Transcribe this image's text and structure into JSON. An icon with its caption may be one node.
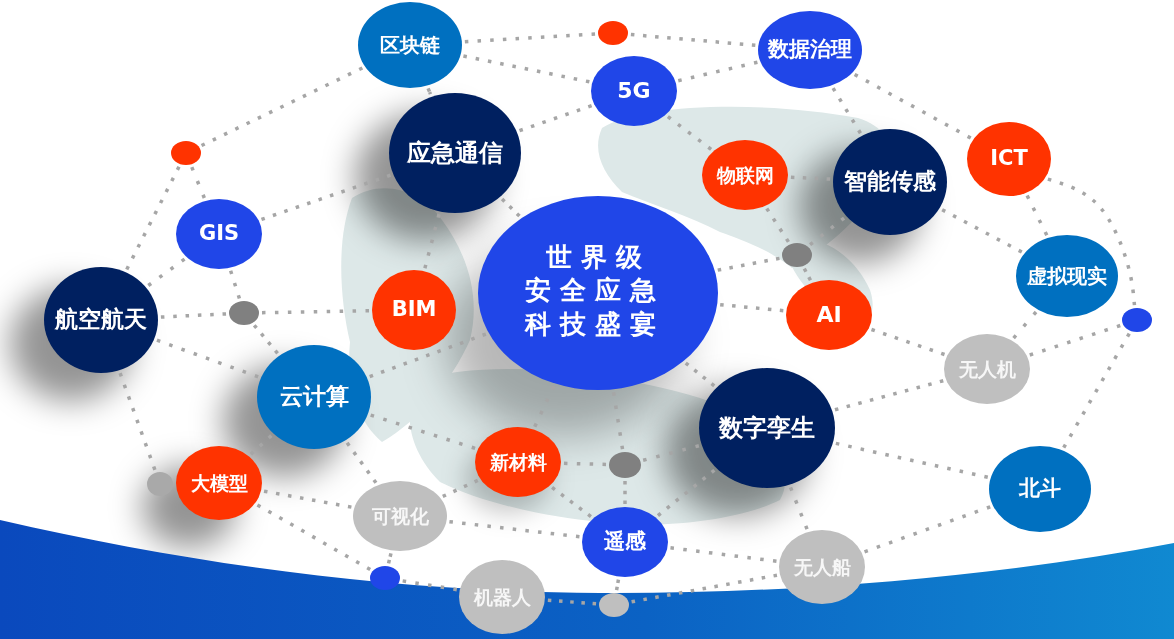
{
  "diagram": {
    "nodes": [
      {
        "text": [
          "区块链"
        ]
      },
      {
        "text": [],
        "shape": "circle"
      },
      {
        "text": [
          "数据治理"
        ]
      },
      {
        "text": [
          "5G"
        ]
      },
      {
        "text": [
          "应急通信"
        ]
      },
      {
        "text": [],
        "shape": "circle"
      },
      {
        "text": [
          "ICT"
        ]
      },
      {
        "text": [
          "物联网"
        ]
      },
      {
        "text": [
          "智能传感"
        ]
      },
      {
        "text": [
          "GIS"
        ]
      },
      {
        "text": [],
        "shape": "circle"
      },
      {
        "text": [
          "虚拟现实"
        ]
      },
      {
        "text": [
          "世界级安全应急科技盛宴"
        ]
      },
      {
        "text": [
          "BIM"
        ]
      },
      {
        "text": [],
        "shape": "circle"
      },
      {
        "text": [
          "AI"
        ]
      },
      {
        "text": [
          "航空航天"
        ]
      },
      {
        "text": [],
        "shape": "circle"
      },
      {
        "text": [
          "无人机"
        ]
      },
      {
        "text": [
          "云计算"
        ]
      },
      {
        "text": [
          "数字孪生"
        ]
      },
      {
        "text": [
          "新材料"
        ]
      },
      {
        "text": [],
        "shape": "circle"
      },
      {
        "text": [
          "大模型"
        ]
      },
      {
        "text": [],
        "shape": "circle"
      },
      {
        "text": [
          "北斗"
        ]
      },
      {
        "text": [
          "可视化"
        ]
      },
      {
        "text": [
          "遥感"
        ]
      },
      {
        "text": [
          "无人船"
        ]
      },
      {
        "text": [],
        "shape": "circle"
      },
      {
        "text": [
          "机器人"
        ]
      },
      {
        "text": [],
        "shape": "circle"
      }
    ],
    "edges": [
      {
        "from": 0,
        "to": 1,
        "arrow": "none"
      },
      {
        "from": 1,
        "to": 2,
        "arrow": "none"
      },
      {
        "from": 2,
        "to": 6,
        "arrow": "none"
      },
      {
        "from": 6,
        "to": 17,
        "arrow": "none"
      },
      {
        "from": 17,
        "to": 25,
        "arrow": "none"
      },
      {
        "from": 25,
        "to": 28,
        "arrow": "none"
      },
      {
        "from": 28,
        "to": 31,
        "arrow": "none"
      },
      {
        "from": 31,
        "to": 30,
        "arrow": "none"
      },
      {
        "from": 30,
        "to": 29,
        "arrow": "none"
      },
      {
        "from": 29,
        "to": 23,
        "arrow": "none"
      },
      {
        "from": 24,
        "to": 16,
        "arrow": "none"
      },
      {
        "from": 16,
        "to": 5,
        "arrow": "none"
      },
      {
        "from": 5,
        "to": 0,
        "arrow": "none"
      },
      {
        "from": 0,
        "to": 3,
        "arrow": "none"
      },
      {
        "from": 3,
        "to": 2,
        "arrow": "none"
      },
      {
        "from": 2,
        "to": 8,
        "arrow": "none"
      },
      {
        "from": 6,
        "to": 11,
        "arrow": "none"
      },
      {
        "from": 8,
        "to": 11,
        "arrow": "none"
      },
      {
        "from": 4,
        "to": 3,
        "arrow": "none"
      },
      {
        "from": 3,
        "to": 7,
        "arrow": "none"
      },
      {
        "from": 7,
        "to": 8,
        "arrow": "none"
      },
      {
        "from": 7,
        "to": 10,
        "arrow": "none"
      },
      {
        "from": 8,
        "to": 10,
        "arrow": "none"
      },
      {
        "from": 12,
        "to": 10,
        "arrow": "none"
      },
      {
        "from": 10,
        "to": 15,
        "arrow": "none"
      },
      {
        "from": 5,
        "to": 9,
        "arrow": "none"
      },
      {
        "from": 9,
        "to": 4,
        "arrow": "none"
      },
      {
        "from": 9,
        "to": 16,
        "arrow": "none"
      },
      {
        "from": 9,
        "to": 14,
        "arrow": "none"
      },
      {
        "from": 16,
        "to": 14,
        "arrow": "none"
      },
      {
        "from": 14,
        "to": 13,
        "arrow": "none"
      },
      {
        "from": 14,
        "to": 19,
        "arrow": "none"
      },
      {
        "from": 16,
        "to": 19,
        "arrow": "none"
      },
      {
        "from": 19,
        "to": 23,
        "arrow": "none"
      },
      {
        "from": 19,
        "to": 26,
        "arrow": "none"
      },
      {
        "from": 23,
        "to": 26,
        "arrow": "none"
      },
      {
        "from": 26,
        "to": 29,
        "arrow": "none"
      },
      {
        "from": 26,
        "to": 27,
        "arrow": "none"
      },
      {
        "from": 26,
        "to": 21,
        "arrow": "none"
      },
      {
        "from": 19,
        "to": 21,
        "arrow": "none"
      },
      {
        "from": 19,
        "to": 12,
        "arrow": "none"
      },
      {
        "from": 21,
        "to": 12,
        "arrow": "none"
      },
      {
        "from": 21,
        "to": 22,
        "arrow": "none"
      },
      {
        "from": 22,
        "to": 12,
        "arrow": "none"
      },
      {
        "from": 22,
        "to": 20,
        "arrow": "none"
      },
      {
        "from": 22,
        "to": 27,
        "arrow": "none"
      },
      {
        "from": 21,
        "to": 27,
        "arrow": "none"
      },
      {
        "from": 27,
        "to": 20,
        "arrow": "none"
      },
      {
        "from": 27,
        "to": 28,
        "arrow": "none"
      },
      {
        "from": 27,
        "to": 31,
        "arrow": "none"
      },
      {
        "from": 12,
        "to": 20,
        "arrow": "none"
      },
      {
        "from": 12,
        "to": 15,
        "arrow": "none"
      },
      {
        "from": 15,
        "to": 18,
        "arrow": "none"
      },
      {
        "from": 18,
        "to": 11,
        "arrow": "none"
      },
      {
        "from": 18,
        "to": 17,
        "arrow": "none"
      },
      {
        "from": 18,
        "to": 20,
        "arrow": "none"
      },
      {
        "from": 20,
        "to": 25,
        "arrow": "none"
      },
      {
        "from": 20,
        "to": 28,
        "arrow": "none"
      },
      {
        "from": 4,
        "to": 13,
        "arrow": "none"
      },
      {
        "from": 4,
        "to": 12,
        "arrow": "none"
      },
      {
        "from": 0,
        "to": 4,
        "arrow": "none"
      }
    ]
  }
}
